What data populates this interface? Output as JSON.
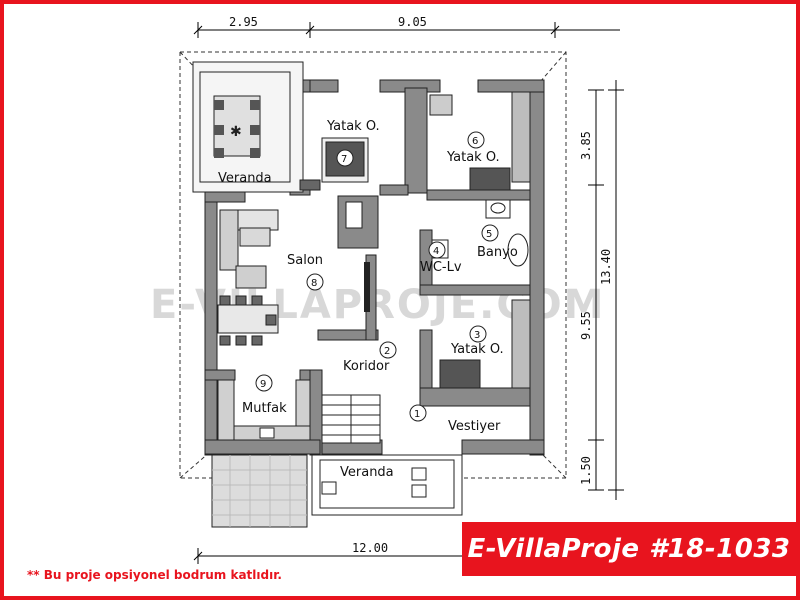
{
  "plan": {
    "watermark": "E-VILLAPROJE.COM",
    "rooms": [
      {
        "name": "Veranda",
        "number": ""
      },
      {
        "name": "Yatak O.",
        "number": "7"
      },
      {
        "name": "Yatak O.",
        "number": "6"
      },
      {
        "name": "Salon",
        "number": "8"
      },
      {
        "name": "Banyo",
        "number": "5"
      },
      {
        "name": "WC-Lv",
        "number": "4"
      },
      {
        "name": "Yatak O.",
        "number": "3"
      },
      {
        "name": "Koridor",
        "number": "2"
      },
      {
        "name": "Mutfak",
        "number": "9"
      },
      {
        "name": "Vestiyer",
        "number": "1"
      },
      {
        "name": "Veranda",
        "number": ""
      }
    ],
    "dimensions": {
      "top_left": "2.95",
      "top_right": "9.05",
      "bottom": "12.00",
      "right_top": "3.85",
      "right_mid": "9.55",
      "right_total": "13.40",
      "right_bottom": "1.50"
    }
  },
  "brand_label": "E-VillaProje #18-1033",
  "note": "** Bu proje opsiyonel bodrum katlıdır."
}
